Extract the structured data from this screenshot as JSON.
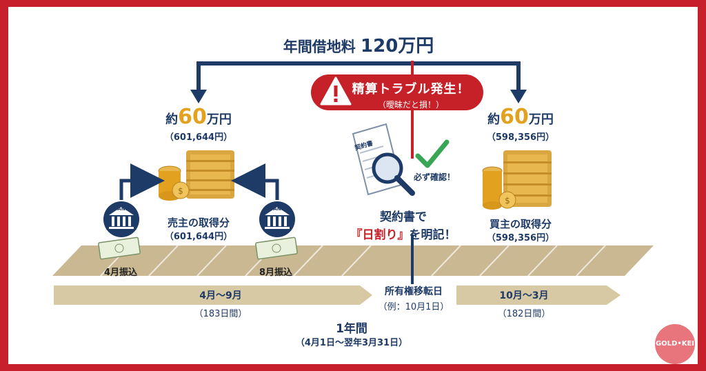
{
  "title": {
    "prefix": "年間借地料",
    "amount": "120万円"
  },
  "warning": {
    "main": "精算トラブル発生！",
    "sub": "（曖昧だと損！）"
  },
  "seller": {
    "approx_prefix": "約",
    "approx_num": "60",
    "approx_unit": "万円",
    "exact": "（601,644円）",
    "share_label": "売主の取得分",
    "share_exact": "（601,644円）"
  },
  "buyer": {
    "approx_prefix": "約",
    "approx_num": "60",
    "approx_unit": "万円",
    "exact": "（598,356円）",
    "share_label": "買主の取得分",
    "share_exact": "（598,356円）"
  },
  "payments": {
    "april": "4月振込",
    "august": "8月振込",
    "bank_text": "BANK"
  },
  "contract": {
    "doc_title": "契約書",
    "check_label": "必ず確認！",
    "line1": "契約書で",
    "line2_red": "『日割り』",
    "line2_rest": "を明記！"
  },
  "timeline": {
    "period1": "4月〜9月",
    "period1_days": "（183日間）",
    "transfer": "所有権移転日",
    "transfer_example": "（例：10月1日）",
    "period2": "10月〜3月",
    "period2_days": "（182日間）",
    "year": "1年間",
    "year_range": "（4月1日〜翌年3月31日）"
  },
  "logo": "GOLD•KEI",
  "colors": {
    "navy": "#1e3a66",
    "red": "#c62128",
    "gold": "#e2a21f",
    "tan": "#c9b892",
    "border": "#c8202a"
  }
}
